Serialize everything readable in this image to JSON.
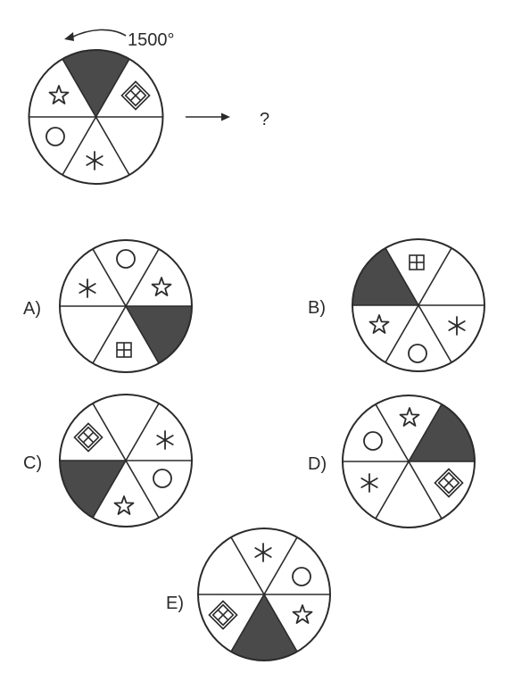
{
  "puzzle": {
    "rotation_label": "1500°",
    "question_mark": "?"
  },
  "options": [
    {
      "label": "A)"
    },
    {
      "label": "B)"
    },
    {
      "label": "C)"
    },
    {
      "label": "D)"
    },
    {
      "label": "E)"
    }
  ],
  "colors": {
    "ink": "#2b2b2b",
    "fill": "#4a4a4a",
    "paper": "#ffffff"
  },
  "icons": [
    "star-icon",
    "circle-icon",
    "asterisk-icon",
    "window-square-icon",
    "window-diamond-icon",
    "filled-sector"
  ]
}
